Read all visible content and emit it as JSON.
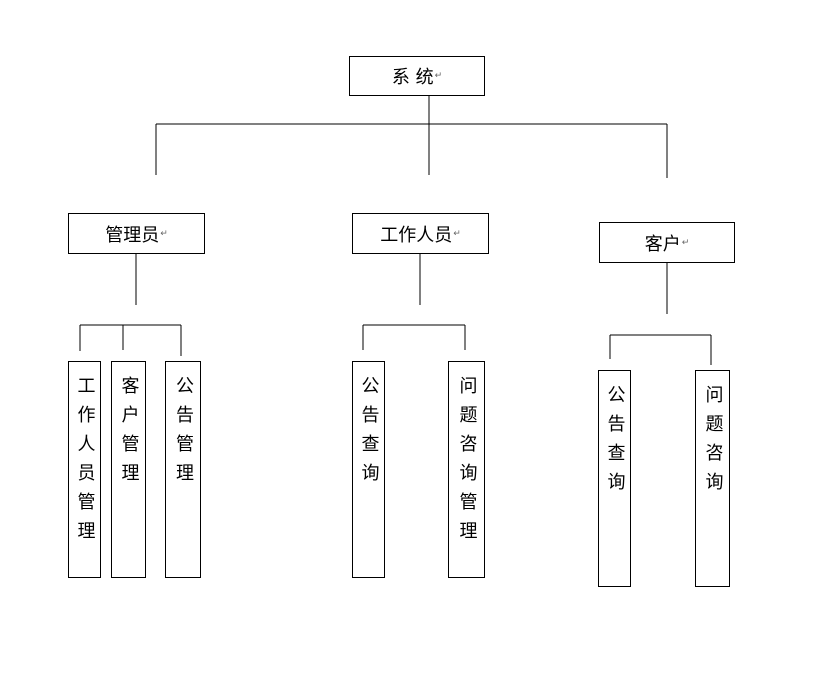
{
  "root": {
    "label": "系 统"
  },
  "roles": [
    {
      "label": "管理员",
      "children": [
        "工作人员管理",
        "客户管理",
        "公告管理"
      ]
    },
    {
      "label": "工作人员",
      "children": [
        "公告查询",
        "问题咨询管理"
      ]
    },
    {
      "label": "客户",
      "children": [
        "公告查询",
        "问题咨询"
      ]
    }
  ],
  "return_mark": "↵"
}
